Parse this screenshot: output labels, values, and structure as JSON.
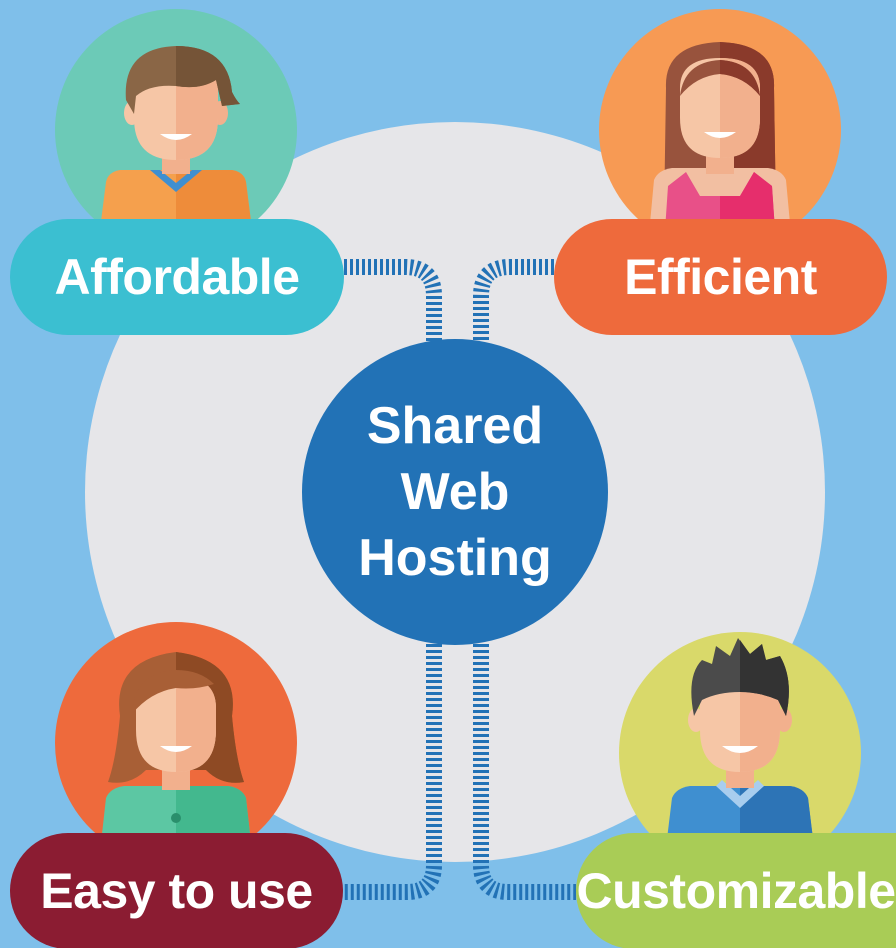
{
  "colors": {
    "background": "#7fbfea",
    "central_disc": "#e6e6e9",
    "center_node": "#2272b6",
    "connector": "#2272b6",
    "affordable": "#3bbfd1",
    "efficient": "#ee6a3c",
    "easy_to_use": "#8b1c32",
    "customizable": "#a9cc56"
  },
  "center": {
    "lines": [
      "Shared",
      "Web",
      "Hosting"
    ]
  },
  "features": {
    "affordable": {
      "label": "Affordable",
      "avatar": "woman-avatar-icon",
      "avatar_bg": "#6ccab7"
    },
    "efficient": {
      "label": "Efficient",
      "avatar": "woman-avatar-icon",
      "avatar_bg": "#f79a54"
    },
    "easy_to_use": {
      "label": "Easy to use",
      "avatar": "woman-avatar-icon",
      "avatar_bg": "#ee6a3c"
    },
    "customizable": {
      "label": "Customizable",
      "avatar": "man-avatar-icon",
      "avatar_bg": "#d9d96a"
    }
  }
}
